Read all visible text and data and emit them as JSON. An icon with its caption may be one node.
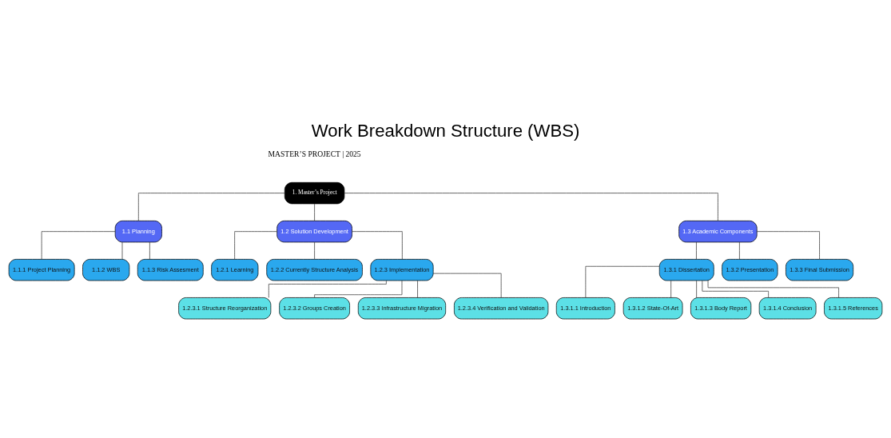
{
  "diagram": {
    "title": "Work Breakdown Structure (WBS)",
    "nodes": [
      {
        "text": [
          "1. Master’s Project"
        ]
      },
      {
        "text": [
          "1.1 Planning"
        ]
      },
      {
        "text": [
          "1.2 Solution Development"
        ]
      },
      {
        "text": [
          "1.3 Academic Components"
        ]
      },
      {
        "text": [
          "1.1.1 Project Planning"
        ]
      },
      {
        "text": [
          "1.1.2 WBS"
        ]
      },
      {
        "text": [
          "1.1.3 Risk Assesment"
        ]
      },
      {
        "text": [
          "1.2.1 Learning"
        ]
      },
      {
        "text": [
          "1.2.2 Currently Structure Analysis"
        ]
      },
      {
        "text": [
          "1.2.3 Implementation"
        ]
      },
      {
        "text": [
          "1.2.3.1 Structure Reorganization"
        ]
      },
      {
        "text": [
          "1.2.3.2 Groups Creation"
        ]
      },
      {
        "text": [
          "1.2.3.3 Infrastructure Migration"
        ]
      },
      {
        "text": [
          "1.2.3.4 Verification and Validation"
        ]
      },
      {
        "text": [
          "1.3.1 Dissertation"
        ]
      },
      {
        "text": [
          "1.3.2 Presentation"
        ]
      },
      {
        "text": [
          "1.3.3 Final Submission"
        ]
      },
      {
        "text": [
          "1.3.1.1 Introduction"
        ]
      },
      {
        "text": [
          "1.3.1.2 State-Of-Art"
        ]
      },
      {
        "text": [
          "1.3.1.3 Body Report"
        ]
      },
      {
        "text": [
          "1.3.1.4 Conclusion"
        ]
      },
      {
        "text": [
          "1.3.1.5 References"
        ]
      }
    ],
    "edges": [
      {
        "from": 0,
        "to": 1,
        "arrow": "none"
      },
      {
        "from": 0,
        "to": 2,
        "arrow": "none"
      },
      {
        "from": 0,
        "to": 3,
        "arrow": "none"
      },
      {
        "from": 1,
        "to": 4,
        "arrow": "none"
      },
      {
        "from": 1,
        "to": 5,
        "arrow": "none"
      },
      {
        "from": 1,
        "to": 6,
        "arrow": "none"
      },
      {
        "from": 2,
        "to": 7,
        "arrow": "none"
      },
      {
        "from": 2,
        "to": 8,
        "arrow": "none"
      },
      {
        "from": 2,
        "to": 9,
        "arrow": "none"
      },
      {
        "from": 9,
        "to": 10,
        "arrow": "none"
      },
      {
        "from": 9,
        "to": 11,
        "arrow": "none"
      },
      {
        "from": 9,
        "to": 12,
        "arrow": "none"
      },
      {
        "from": 9,
        "to": 13,
        "arrow": "none"
      },
      {
        "from": 3,
        "to": 14,
        "arrow": "none"
      },
      {
        "from": 3,
        "to": 15,
        "arrow": "none"
      },
      {
        "from": 3,
        "to": 16,
        "arrow": "none"
      },
      {
        "from": 14,
        "to": 17,
        "arrow": "none"
      },
      {
        "from": 14,
        "to": 18,
        "arrow": "none"
      },
      {
        "from": 14,
        "to": 19,
        "arrow": "none"
      },
      {
        "from": 14,
        "to": 20,
        "arrow": "none"
      },
      {
        "from": 14,
        "to": 21,
        "arrow": "none"
      }
    ],
    "labels": [
      "MASTER’S PROJECT | 2025"
    ]
  }
}
